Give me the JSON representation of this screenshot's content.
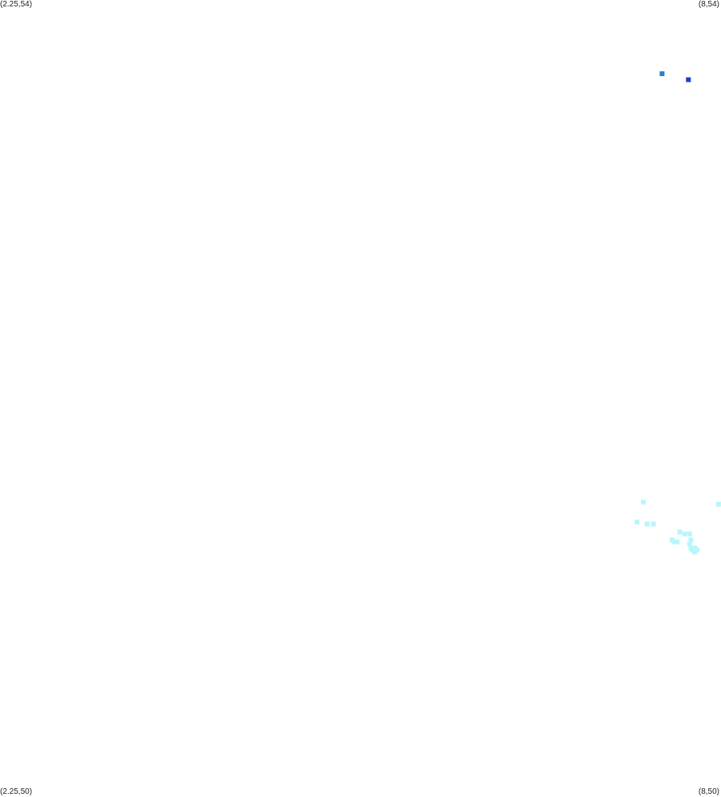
{
  "corners": {
    "top_left": "(2.25,54)",
    "top_right": "(8,54)",
    "bottom_left": "(2.25,50)",
    "bottom_right": "(8,50)"
  },
  "chart_data": {
    "type": "scatter",
    "xlim": [
      2.25,
      8
    ],
    "ylim": [
      50,
      54
    ],
    "grid": false,
    "legend": "none",
    "series": [
      {
        "color": "#2a7fd4",
        "points": [
          [
            7.53,
            53.63
          ]
        ]
      },
      {
        "color": "#1e3fd0",
        "points": [
          [
            7.74,
            53.6
          ]
        ]
      },
      {
        "color": "#b8f6fa",
        "points": [
          [
            7.38,
            51.48
          ],
          [
            7.33,
            51.38
          ],
          [
            7.41,
            51.37
          ],
          [
            7.46,
            51.37
          ],
          [
            7.98,
            51.47
          ],
          [
            7.67,
            51.33
          ],
          [
            7.71,
            51.32
          ],
          [
            7.75,
            51.32
          ],
          [
            7.61,
            51.29
          ],
          [
            7.63,
            51.28
          ],
          [
            7.65,
            51.28
          ],
          [
            7.76,
            51.29
          ],
          [
            7.75,
            51.27
          ],
          [
            7.76,
            51.25
          ],
          [
            7.79,
            51.25
          ],
          [
            7.81,
            51.24
          ],
          [
            7.77,
            51.24
          ],
          [
            7.79,
            51.23
          ]
        ]
      }
    ]
  }
}
